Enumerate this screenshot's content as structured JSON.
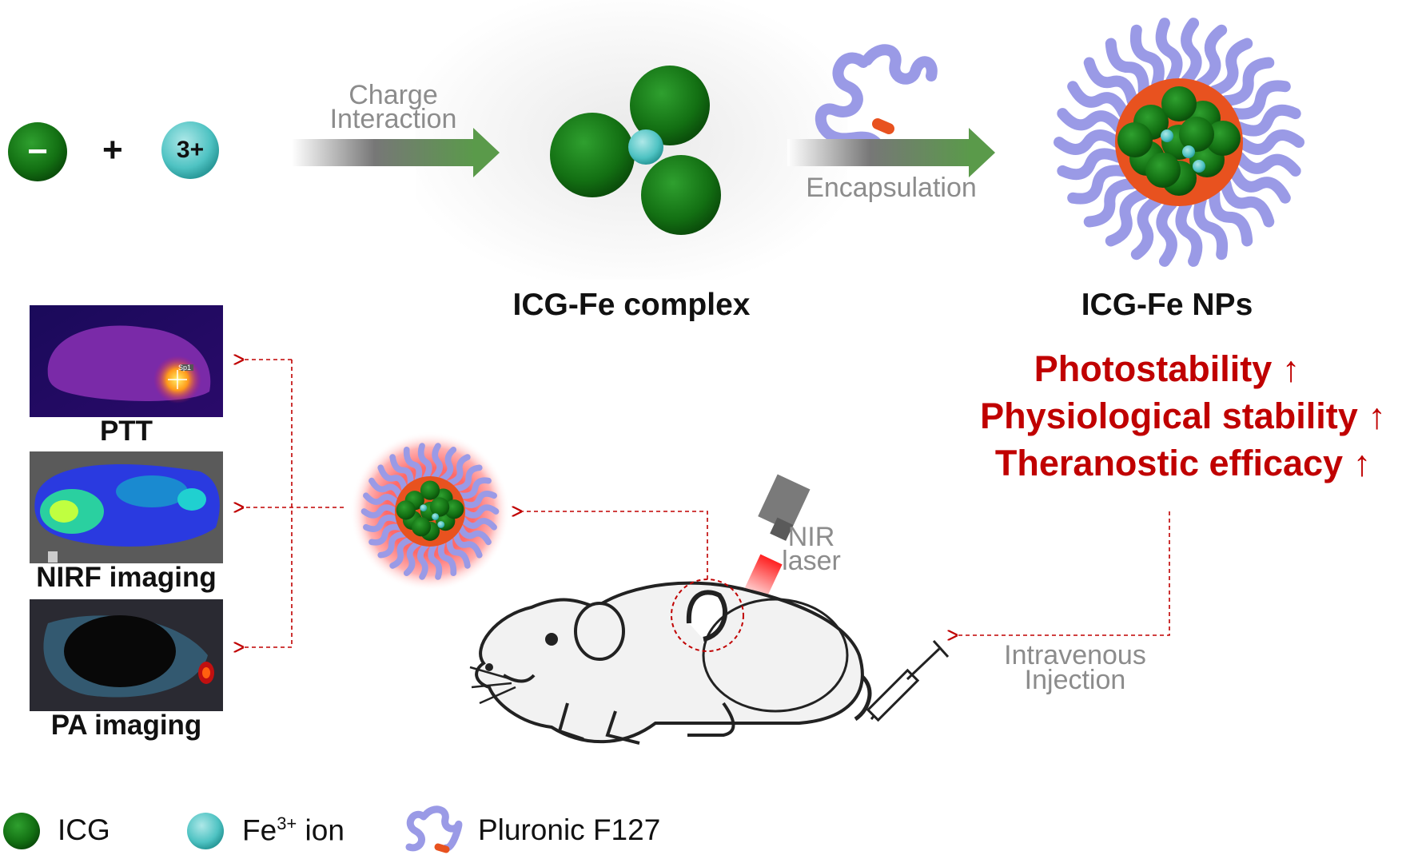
{
  "reaction": {
    "icg_symbol": "−",
    "plus": "+",
    "fe_symbol": "3+",
    "charge_label_1": "Charge",
    "charge_label_2": "Interaction",
    "encapsulation_label": "Encapsulation"
  },
  "products": {
    "complex_title": "ICG-Fe complex",
    "nps_title": "ICG-Fe NPs"
  },
  "properties": [
    "Photostability ↑",
    "Physiological stability ↑",
    "Theranostic efficacy ↑"
  ],
  "delivery": {
    "laser_label_1": "NIR",
    "laser_label_2": "laser",
    "injection_label_1": "Intravenous",
    "injection_label_2": "Injection"
  },
  "panels": [
    {
      "caption": "PTT",
      "spot_label": "Sp1"
    },
    {
      "caption": "NIRF imaging"
    },
    {
      "caption": "PA imaging"
    }
  ],
  "legend": {
    "icg": "ICG",
    "fe_prefix": "Fe",
    "fe_sup": "3+",
    "fe_suffix": " ion",
    "pluronic": "Pluronic F127"
  },
  "colors": {
    "icg_green": "#1e7d1e",
    "fe_cyan": "#4fc3c3",
    "pluronic_purple": "#9a9ae6",
    "accent_red": "#c00000",
    "shell_orange": "#e8521f"
  }
}
